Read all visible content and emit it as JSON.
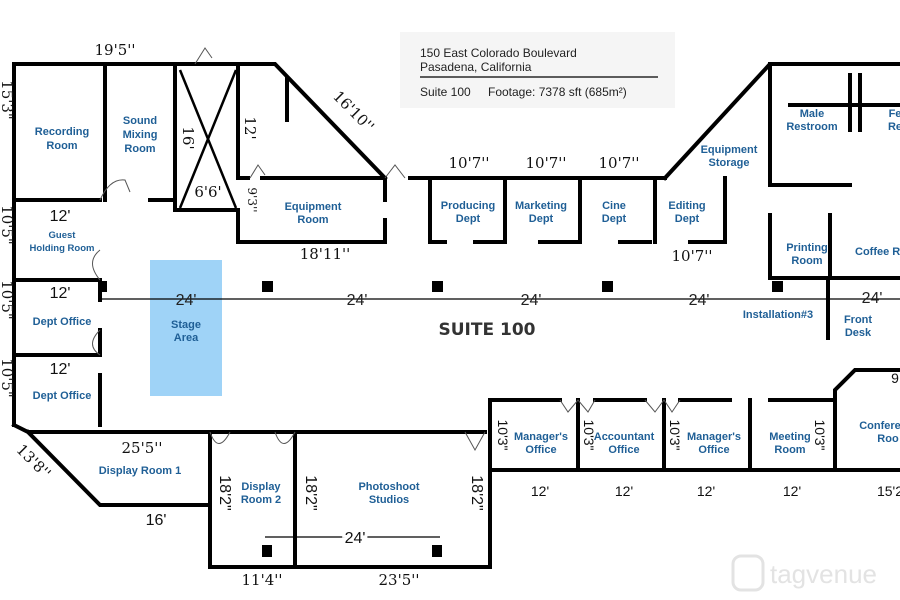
{
  "address": {
    "line1": "150 East Colorado Boulevard",
    "line2": "Pasadena, California",
    "suite": "Suite 100",
    "footage": "Footage: 7378 sft (685m²)"
  },
  "plan_title": "SUITE 100",
  "stage_color": "#9fd3f7",
  "rooms": {
    "recording": [
      "Recording",
      "Room"
    ],
    "sound_mixing": [
      "Sound",
      "Mixing",
      "Room"
    ],
    "equipment_room": [
      "Equipment",
      "Room"
    ],
    "guest_holding": [
      "Guest",
      "Holding Room"
    ],
    "dept_office_1": "Dept Office",
    "dept_office_2": "Dept Office",
    "stage": [
      "Stage",
      "Area"
    ],
    "producing": [
      "Producing",
      "Dept"
    ],
    "marketing": [
      "Marketing",
      "Dept"
    ],
    "cine": [
      "Cine",
      "Dept"
    ],
    "editing": [
      "Editing",
      "Dept"
    ],
    "equipment_storage": [
      "Equipment",
      "Storage"
    ],
    "male_restroom": [
      "Male",
      "Restroom"
    ],
    "female_restroom": [
      "Fe",
      "Re"
    ],
    "printing": [
      "Printing",
      "Room"
    ],
    "coffee": "Coffee R",
    "front_desk": [
      "Front",
      "Desk"
    ],
    "installation": "Installation#3",
    "display_room_1": "Display Room 1",
    "display_room_2": [
      "Display",
      "Room 2"
    ],
    "photoshoot": [
      "Photoshoot",
      "Studios"
    ],
    "manager_office_1": [
      "Manager's",
      "Office"
    ],
    "accountant": [
      "Accountant",
      "Office"
    ],
    "manager_office_2": [
      "Manager's",
      "Office"
    ],
    "meeting": [
      "Meeting",
      "Room"
    ],
    "conference": [
      "Confere",
      "Roo"
    ]
  },
  "dimensions": {
    "top_left": "19'5''",
    "x_box_h": "16'",
    "x_box_w": "6'6'",
    "small_room": "12'",
    "diagonal": "16'10''",
    "equip_h": "9'3''",
    "equip_w": "18'11''",
    "guest": "12'",
    "dept1": "12'",
    "dept2": "12'",
    "left1": "15'3\"",
    "left2": "10'5\"",
    "left3": "10'5\"",
    "left4": "10'5\"",
    "dept_widths": [
      "10'7''",
      "10'7''",
      "10'7''"
    ],
    "editing_w": "10'7''",
    "grid": [
      "24'",
      "24'",
      "24'",
      "24'",
      "24'"
    ],
    "display1_w": "25'5''",
    "display1_diag": "13'8''",
    "display1_bottom": "16'",
    "display2_h": "18'2\"",
    "photo_h1": "18'2\"",
    "photo_h2": "18'2\"",
    "photo_span": "24'",
    "bottom1": "11'4''",
    "bottom2": "23'5''",
    "office_h": [
      "10'3\"",
      "10'3\"",
      "10'3\"",
      "10'3\""
    ],
    "office_w": [
      "12'",
      "12'",
      "12'",
      "12'",
      "15'2"
    ],
    "conf_top": "9"
  },
  "watermark": "tagvenue"
}
